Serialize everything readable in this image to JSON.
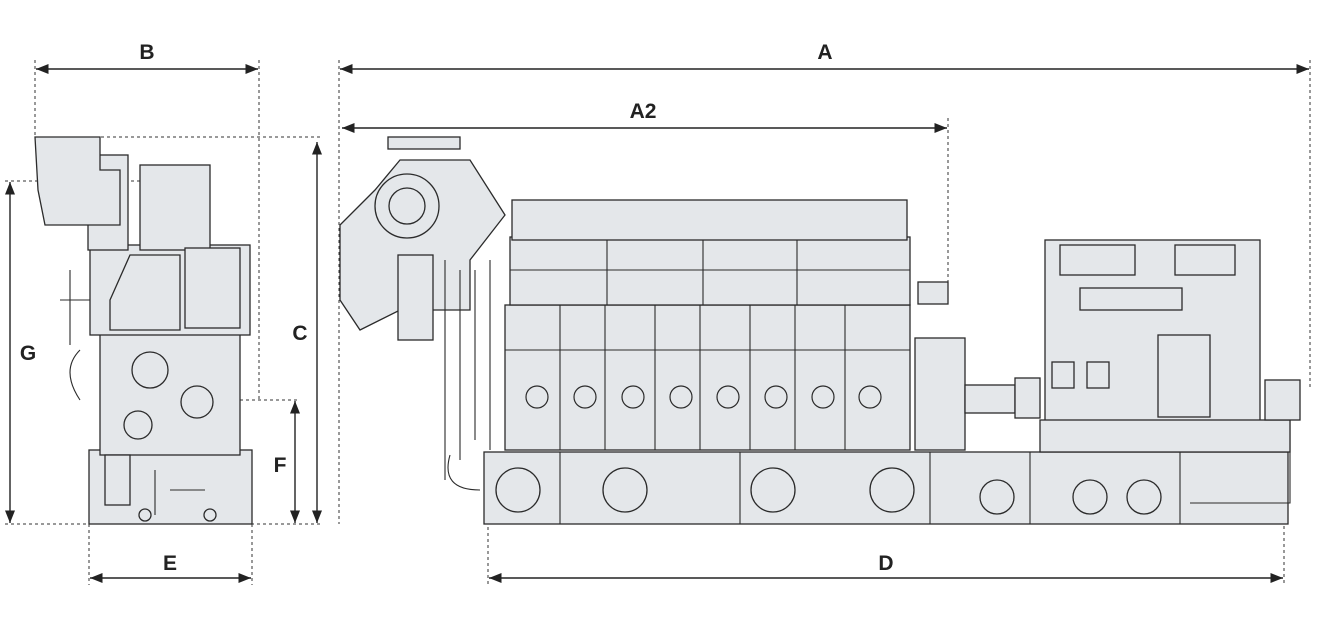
{
  "dimensions": {
    "A": "A",
    "A2": "A2",
    "B": "B",
    "C": "C",
    "D": "D",
    "E": "E",
    "F": "F",
    "G": "G"
  },
  "colors": {
    "body_fill": "#e4e7ea",
    "line": "#2b2b2b"
  }
}
